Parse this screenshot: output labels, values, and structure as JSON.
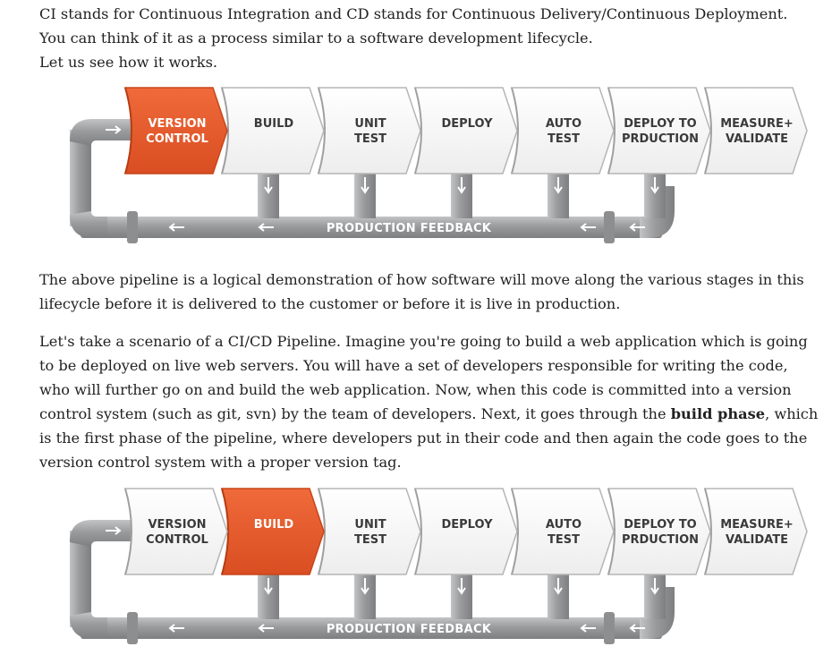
{
  "intro": {
    "line1": "CI stands for Continuous Integration and CD stands for Continuous Delivery/Continuous Deployment.",
    "line2": "You can think of it as a process similar to a software development lifecycle.",
    "line3": "Let us see how it works."
  },
  "middle": {
    "line1": "The above pipeline is a logical demonstration of how software will move along the various stages in this",
    "line2": "lifecycle before it is delivered to the customer or before it is live in production."
  },
  "scenario": {
    "line1": "Let's take a scenario of a CI/CD Pipeline. Imagine you're going to build a web application which is going",
    "line2": "to be deployed on live web servers. You will have a set of developers responsible for writing the code,",
    "line3": "who will further go on and build the web application. Now, when this code is committed into a version",
    "line4_before": "control system (such as git, svn) by the team of developers. Next, it goes through the ",
    "line4_bold": "build phase",
    "line4_after": ", which",
    "line5": "is the first phase of the pipeline, where developers put in their code and then again the code goes to the",
    "line6": "version control system with a proper version tag."
  },
  "pipeline": {
    "stages": [
      {
        "line1": "VERSION",
        "line2": "CONTROL"
      },
      {
        "line1": "BUILD",
        "line2": ""
      },
      {
        "line1": "UNIT",
        "line2": "TEST"
      },
      {
        "line1": "DEPLOY",
        "line2": ""
      },
      {
        "line1": "AUTO",
        "line2": "TEST"
      },
      {
        "line1": "DEPLOY TO",
        "line2": "PRDUCTION"
      },
      {
        "line1": "MEASURE+",
        "line2": "VALIDATE"
      }
    ],
    "feedback_label": "PRODUCTION FEEDBACK",
    "colors": {
      "active": "#e8582a",
      "stage": "#ffffff",
      "pipe": "#9a9b9d",
      "pipe_dark": "#7e7f81",
      "border": "#b5b5b5"
    }
  },
  "diagrams": [
    {
      "active_stage": 0
    },
    {
      "active_stage": 1
    }
  ]
}
